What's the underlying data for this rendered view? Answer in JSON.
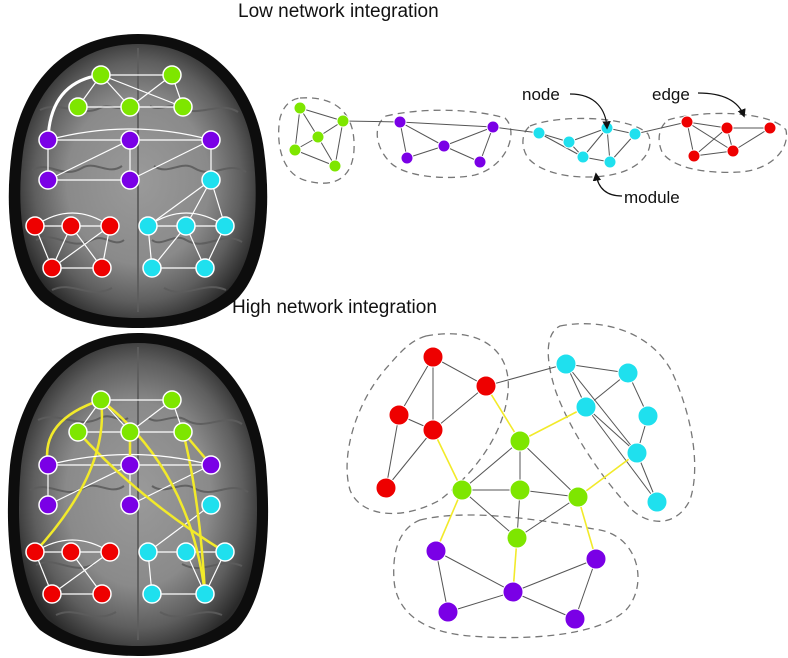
{
  "titles": {
    "low": "Low network integration",
    "high": "High network integration"
  },
  "annotations": {
    "node": "node",
    "edge": "edge",
    "module": "module"
  },
  "colors": {
    "green": "#7ee600",
    "purple": "#7a00e6",
    "cyan": "#1fe0ee",
    "red": "#ee0000",
    "yellow": "#f2ea2a",
    "edge_gray": "#555555",
    "brain_edge": "#ffffff",
    "module_outline": "#777777"
  }
}
